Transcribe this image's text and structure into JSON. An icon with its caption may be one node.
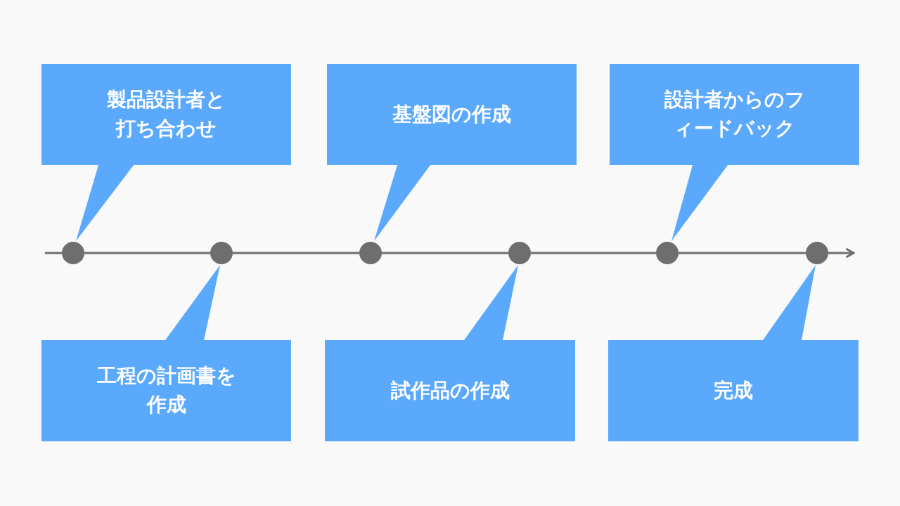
{
  "diagram": {
    "nodes": [
      {
        "text": [
          "製品設計者と打ち合わせ"
        ]
      },
      {
        "text": [
          "基盤図の作成"
        ]
      },
      {
        "text": [
          "設計者からのフィードバック"
        ]
      },
      {
        "text": [],
        "shape": "circle"
      },
      {
        "text": [],
        "shape": "circle"
      },
      {
        "text": [],
        "shape": "circle"
      },
      {
        "text": [],
        "shape": "circle"
      },
      {
        "text": [],
        "shape": "circle"
      },
      {
        "text": [],
        "shape": "circle"
      },
      {
        "text": [
          "工程の計画書を作成"
        ]
      },
      {
        "text": [
          "試作品の作成"
        ]
      },
      {
        "text": [
          "完成"
        ]
      }
    ],
    "edges": [
      {
        "from": 0,
        "to": 3,
        "arrow": "to"
      },
      {
        "from": 1,
        "to": 5,
        "arrow": "to"
      },
      {
        "from": 2,
        "to": 7,
        "arrow": "to"
      },
      {
        "from": 9,
        "to": 4,
        "arrow": "to"
      },
      {
        "from": 10,
        "to": 6,
        "arrow": "to"
      },
      {
        "from": 11,
        "to": 8,
        "arrow": "to"
      },
      {
        "from": null,
        "to": 3,
        "arrow": "none"
      },
      {
        "from": 3,
        "to": 4,
        "arrow": "none"
      },
      {
        "from": 4,
        "to": 5,
        "arrow": "none"
      },
      {
        "from": 5,
        "to": 6,
        "arrow": "none"
      },
      {
        "from": 6,
        "to": 7,
        "arrow": "none"
      },
      {
        "from": 7,
        "to": 8,
        "arrow": "none"
      },
      {
        "from": 8,
        "to": null,
        "arrow": "to"
      }
    ]
  }
}
